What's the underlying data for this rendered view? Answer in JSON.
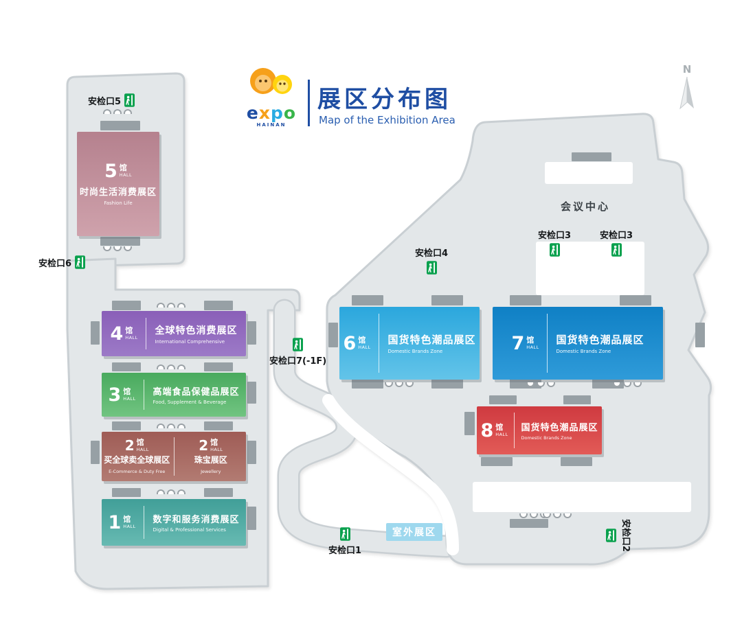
{
  "header": {
    "logo": {
      "letters": [
        "e",
        "x",
        "p",
        "o"
      ],
      "sub": "HAINAN"
    },
    "title": "展区分布图",
    "subtitle": "Map of the Exhibition Area"
  },
  "compass": {
    "north": "N"
  },
  "halls": [
    {
      "num": "5",
      "guan": "馆",
      "hall": "HALL",
      "zh": "时尚生活消费展区",
      "en": "Fashion Life",
      "c1": "#b5818e",
      "c2": "#cfa2ac"
    },
    {
      "num": "4",
      "guan": "馆",
      "hall": "HALL",
      "zh": "全球特色消费展区",
      "en": "International Comprehensive",
      "c1": "#8a5fb8",
      "c2": "#9c7ac7"
    },
    {
      "num": "3",
      "guan": "馆",
      "hall": "HALL",
      "zh": "高端食品保健品展区",
      "en": "Food, Supplement & Beverage",
      "c1": "#49aa5e",
      "c2": "#71c481"
    },
    {
      "num": "2",
      "guan": "馆",
      "hall": "HALL",
      "zh": "买全球卖全球展区",
      "en": "E-Commerce & Duty Free",
      "c1": "#9f5c56",
      "c2": "#b27b72"
    },
    {
      "num": "2",
      "guan": "馆",
      "hall": "HALL",
      "zh": "珠宝展区",
      "en": "Jewellery",
      "c1": "#a5655e",
      "c2": "#b58077"
    },
    {
      "num": "1",
      "guan": "馆",
      "hall": "HALL",
      "zh": "数字和服务消费展区",
      "en": "Digital & Professional Services",
      "c1": "#419f98",
      "c2": "#67bab2"
    },
    {
      "num": "6",
      "guan": "馆",
      "hall": "HALL",
      "zh": "国货特色潮品展区",
      "en": "Domestic Brands Zone",
      "c1": "#2ba7dd",
      "c2": "#63c4e9"
    },
    {
      "num": "7",
      "guan": "馆",
      "hall": "HALL",
      "zh": "国货特色潮品展区",
      "en": "Domestic Brands Zone",
      "c1": "#0f80c5",
      "c2": "#2f9bd9"
    },
    {
      "num": "8",
      "guan": "馆",
      "hall": "HALL",
      "zh": "国货特色潮品展区",
      "en": "Domestic Brands Zone",
      "c1": "#cf3a40",
      "c2": "#e25b57"
    }
  ],
  "checkpoints": [
    {
      "label": "安检口5"
    },
    {
      "label": "安检口6"
    },
    {
      "label": "安检口4"
    },
    {
      "label": "安检口7(-1F)"
    },
    {
      "label": "安检口3"
    },
    {
      "label": "安检口3"
    },
    {
      "label": "安检口2"
    },
    {
      "label": "安检口1"
    }
  ],
  "labels": {
    "conference_center": "会议中心",
    "outdoor_zone": "室外展区"
  },
  "colors": {
    "title_blue": "#1f4ea3",
    "building_gray": "#e3e7e9",
    "gate_green": "#0aa14e",
    "outdoor_badge": "#9ed8ee"
  }
}
